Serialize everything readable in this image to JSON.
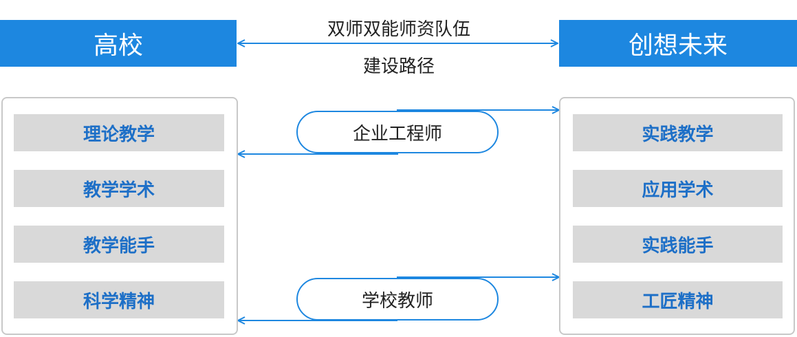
{
  "left_header": "高校",
  "right_header": "创想未来",
  "top_label": "双师双能师资队伍",
  "bottom_label": "建设路径",
  "left_items": [
    "理论教学",
    "教学学术",
    "教学能手",
    "科学精神"
  ],
  "right_items": [
    "实践教学",
    "应用学术",
    "实践能手",
    "工匠精神"
  ],
  "pills": [
    "企业工程师",
    "学校教师"
  ],
  "colors": {
    "accent": "#1d87e0",
    "item_text": "#1d6fc7",
    "item_bg": "#d9d9d9",
    "panel_border": "#c8c8c8"
  }
}
